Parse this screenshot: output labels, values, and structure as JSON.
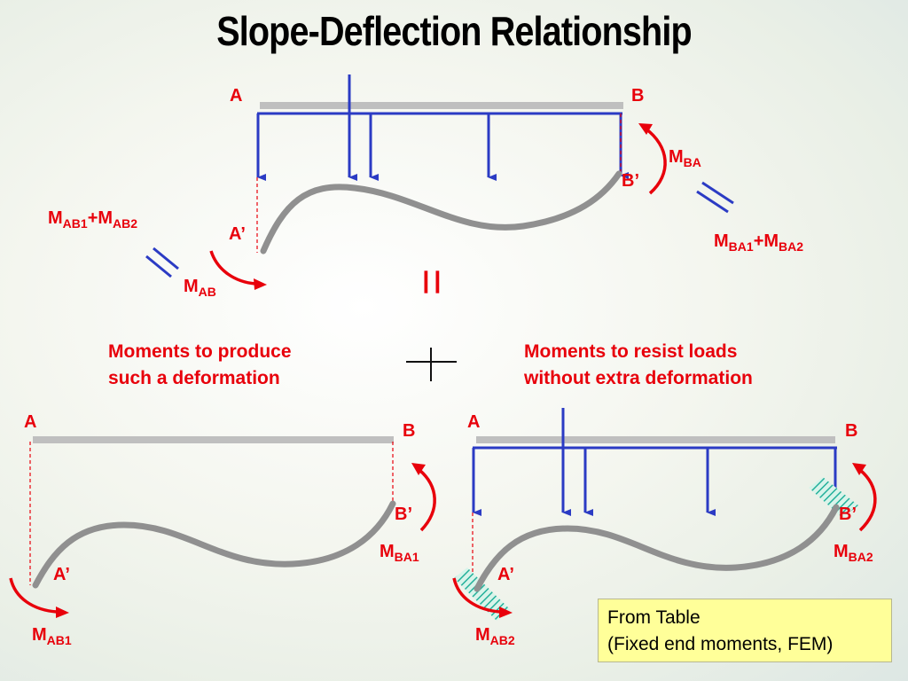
{
  "title": "Slope-Deflection Relationship",
  "colors": {
    "load": "#2b3bc4",
    "beam": "#999999",
    "moment": "#e8000b",
    "note_bg": "#ffff99"
  },
  "top": {
    "A": "A",
    "B": "B",
    "A_prime": "A’",
    "B_prime": "B’",
    "mba": {
      "main": "M",
      "sub": "BA"
    },
    "mab": {
      "main": "M",
      "sub": "AB"
    },
    "left_sum": {
      "m1": "M",
      "s1": "AB1",
      "plus": "+",
      "m2": "M",
      "s2": "AB2"
    },
    "right_sum": {
      "m1": "M",
      "s1": "BA1",
      "plus": "+",
      "m2": "M",
      "s2": "BA2"
    },
    "equals_sign": "="
  },
  "plus_sign": "+",
  "left_note": {
    "line1": "Moments to produce",
    "line2": "such a deformation"
  },
  "right_note": {
    "line1": "Moments to resist loads",
    "line2": "without extra deformation"
  },
  "bottom_left": {
    "A": "A",
    "B": "B",
    "A_prime": "A’",
    "B_prime": "B’",
    "mba1": {
      "main": "M",
      "sub": "BA1"
    },
    "mab1": {
      "main": "M",
      "sub": "AB1"
    }
  },
  "bottom_right": {
    "A": "A",
    "B": "B",
    "A_prime": "A’",
    "B_prime": "B’",
    "mba2": {
      "main": "M",
      "sub": "BA2"
    },
    "mab2": {
      "main": "M",
      "sub": "AB2"
    }
  },
  "fem_note": {
    "line1": "From Table",
    "line2": "(Fixed end moments, FEM)"
  }
}
